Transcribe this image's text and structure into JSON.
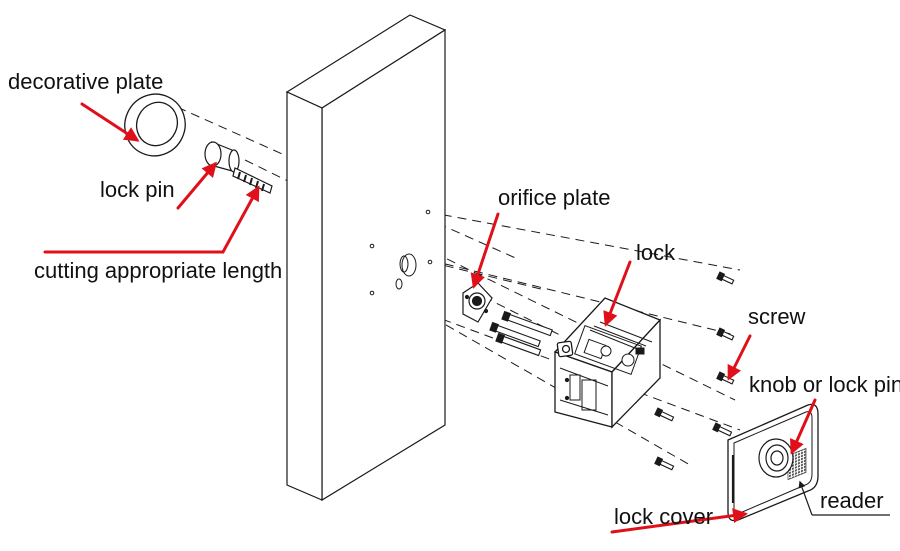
{
  "labels": {
    "decorative_plate": "decorative plate",
    "lock_pin": "lock pin",
    "cutting_length": "cutting appropriate length",
    "orifice_plate": "orifice plate",
    "lock": "lock",
    "screw": "screw",
    "knob_or_lock_pin": "knob or lock pin",
    "reader": "reader",
    "lock_cover": "lock cover"
  },
  "colors": {
    "line": "#1a1a1a",
    "arrow": "#e0101a",
    "paper": "#ffffff",
    "speaker": "#555555"
  }
}
